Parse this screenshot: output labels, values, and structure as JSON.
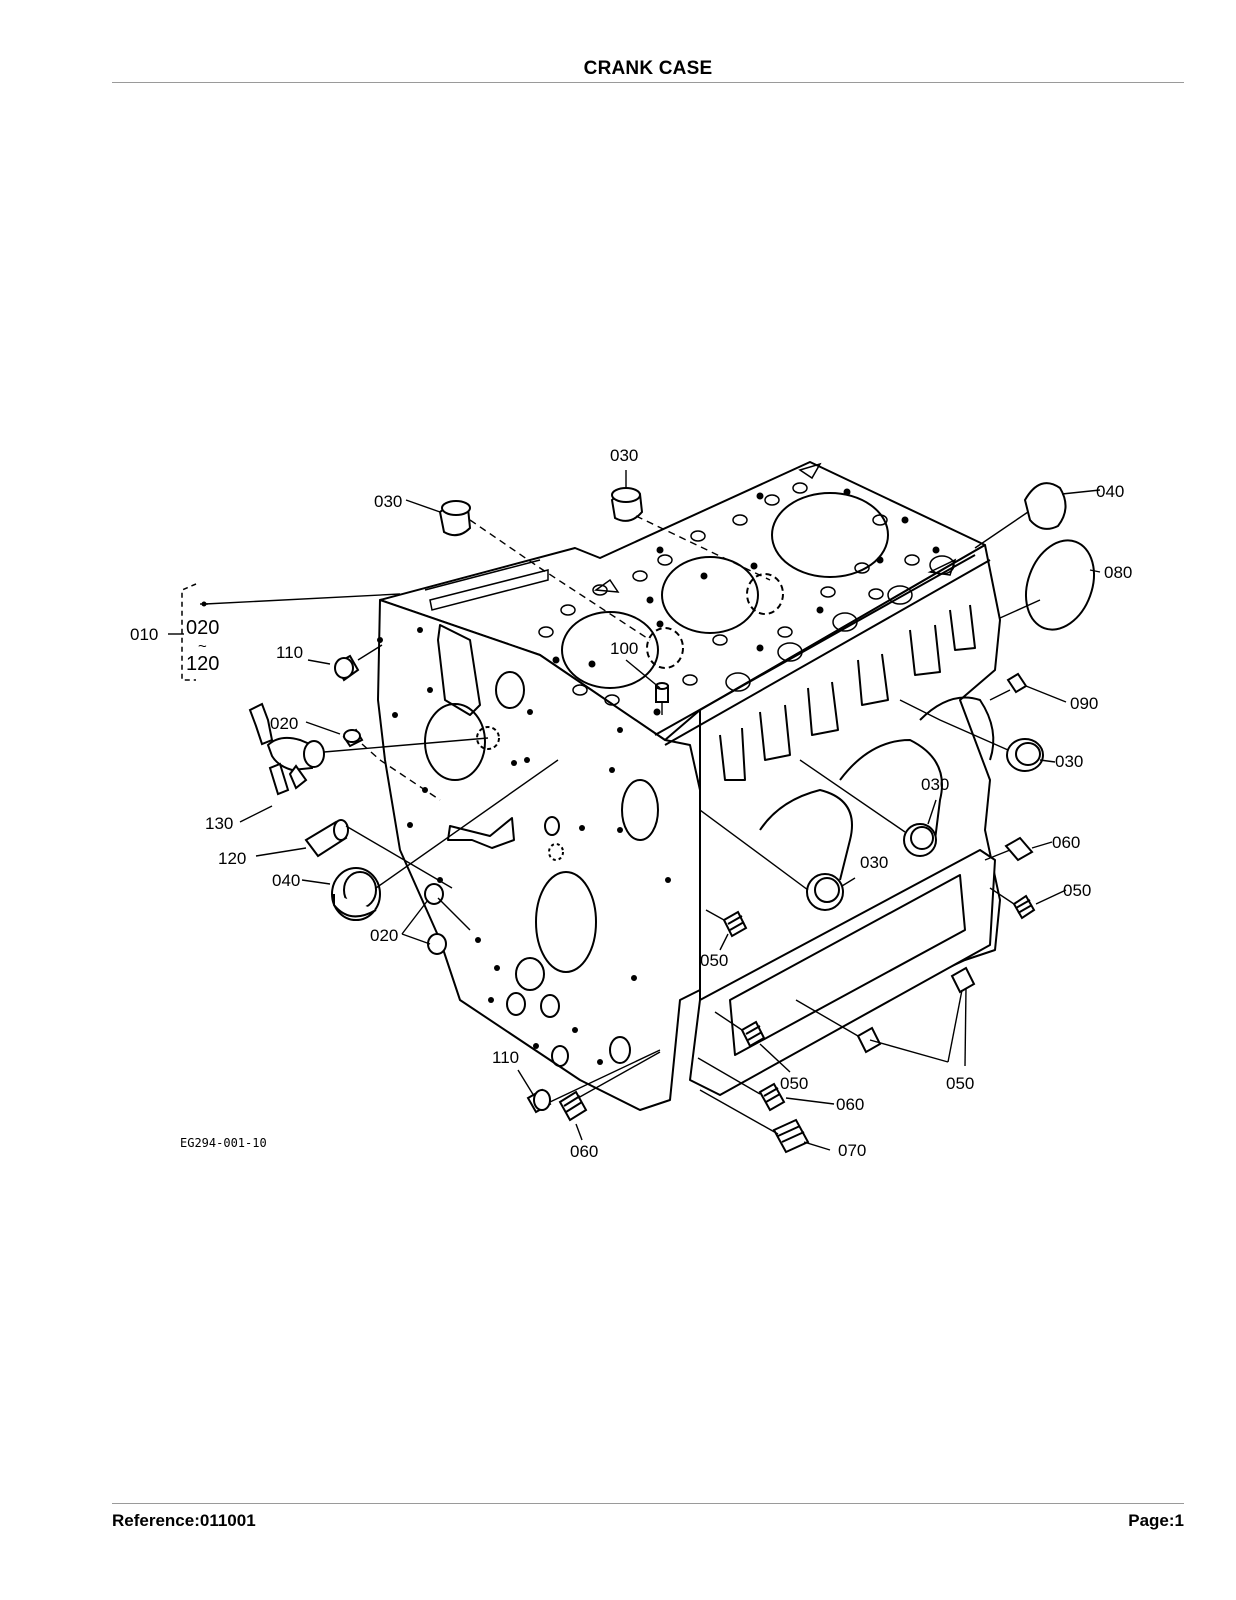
{
  "header": {
    "title": "CRANK CASE"
  },
  "figure": {
    "code": "EG294-001-10",
    "group_label": {
      "main": "010",
      "from": "020",
      "tilde": "~",
      "to": "120"
    },
    "callouts": {
      "c030_top_left": "030",
      "c030_top": "030",
      "c040_top_right": "040",
      "c080": "080",
      "c110_upper": "110",
      "c100": "100",
      "c020_left": "020",
      "c090": "090",
      "c130": "130",
      "c030_right": "030",
      "c030_mid": "030",
      "c120": "120",
      "c060_right": "060",
      "c040_left": "040",
      "c030_lower": "030",
      "c050_right": "050",
      "c020_lower": "020",
      "c050_left": "050",
      "c110_lower": "110",
      "c050_center": "050",
      "c050_bottom_right": "050",
      "c060_center": "060",
      "c060_bottom": "060",
      "c070": "070"
    }
  },
  "footer": {
    "reference": "Reference:011001",
    "page": "Page:1"
  }
}
